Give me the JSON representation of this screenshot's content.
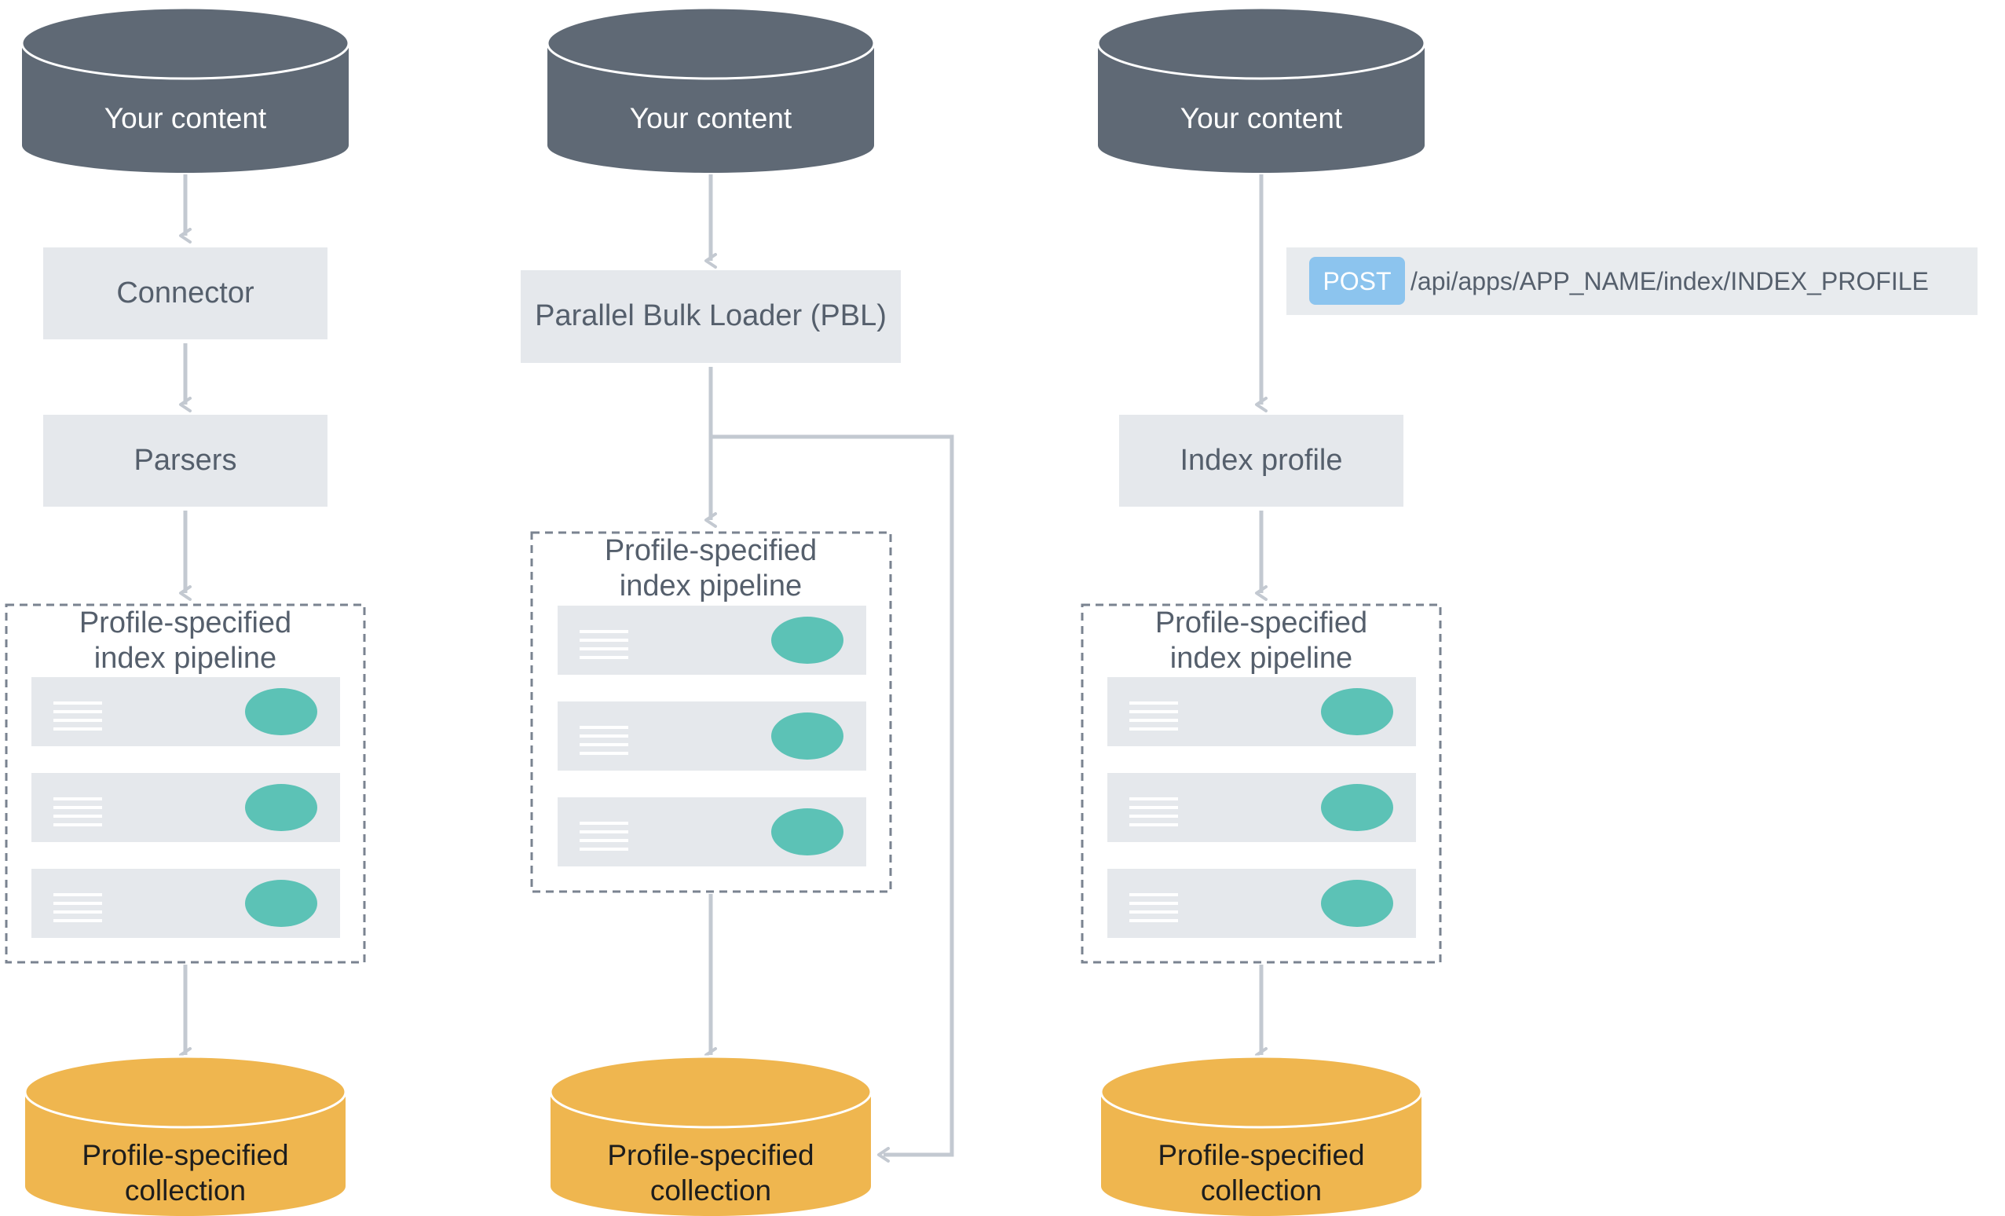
{
  "columns": [
    {
      "source": "Your content",
      "steps": [
        "Connector",
        "Parsers"
      ],
      "pipeline": {
        "title_line1": "Profile-specified",
        "title_line2": "index pipeline",
        "stage_count": 3
      },
      "target": {
        "line1": "Profile-specified",
        "line2": "collection"
      }
    },
    {
      "source": "Your content",
      "steps": [
        "Parallel Bulk Loader (PBL)"
      ],
      "pipeline": {
        "title_line1": "Profile-specified",
        "title_line2": "index pipeline",
        "stage_count": 3
      },
      "target": {
        "line1": "Profile-specified",
        "line2": "collection"
      },
      "bypass": true
    },
    {
      "source": "Your content",
      "api_call": {
        "method": "POST",
        "endpoint": "/api/apps/APP_NAME/index/INDEX_PROFILE"
      },
      "steps": [
        "Index profile"
      ],
      "pipeline": {
        "title_line1": "Profile-specified",
        "title_line2": "index pipeline",
        "stage_count": 3
      },
      "target": {
        "line1": "Profile-specified",
        "line2": "collection"
      }
    }
  ],
  "colors": {
    "source_db": "#5f6975",
    "step_box": "#e5e8ec",
    "arrow": "#c3c9d1",
    "dashed_border": "#7a8390",
    "toggle": "#5cc2b6",
    "target_db": "#efb64f",
    "post_badge": "#8cc4ee",
    "endpoint_bg": "#e8ebee"
  }
}
